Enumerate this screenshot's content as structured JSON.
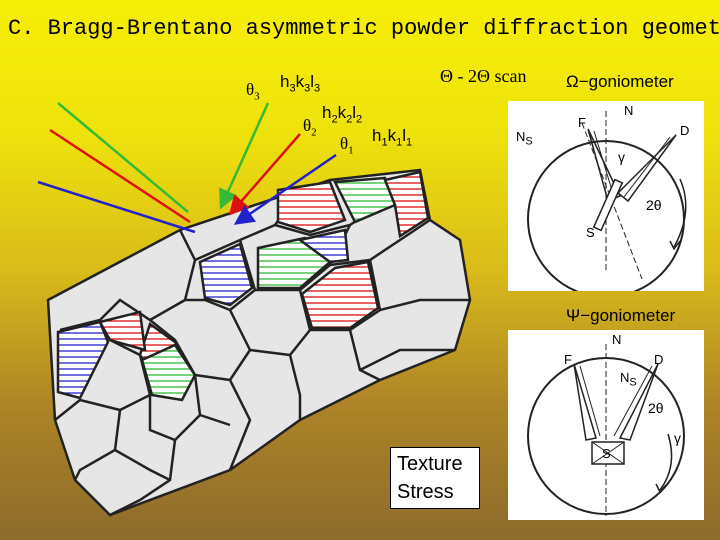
{
  "title": "C. Bragg-Brentano asymmetric powder diffraction geometry",
  "labels": {
    "theta3": "θ",
    "theta3_sub": "3",
    "hkl3": "h3k3l3",
    "theta2": "θ",
    "theta2_sub": "2",
    "hkl2": "h2k2l2",
    "theta1": "θ",
    "theta1_sub": "1",
    "hkl1": "h1k1l1",
    "scan": "Θ - 2Θ scan",
    "omega_goniometer": "Ω−goniometer",
    "psi_goniometer": "Ψ−goniometer"
  },
  "omega_panel": {
    "F": "F",
    "N": "N",
    "D": "D",
    "S": "S",
    "Ns": "N",
    "Ns_sub": "S",
    "two_theta": "2θ",
    "gamma": "γ"
  },
  "psi_panel": {
    "F": "F",
    "N": "N",
    "D": "D",
    "S": "S",
    "Ns": "N",
    "Ns_sub": "S",
    "two_theta": "2θ",
    "gamma": "γ"
  },
  "textbox": {
    "line1": "Texture",
    "line2": "Stress"
  },
  "colors": {
    "red": "#dd1111",
    "green": "#33bb33",
    "blue": "#2222cc",
    "navy": "#223399"
  }
}
